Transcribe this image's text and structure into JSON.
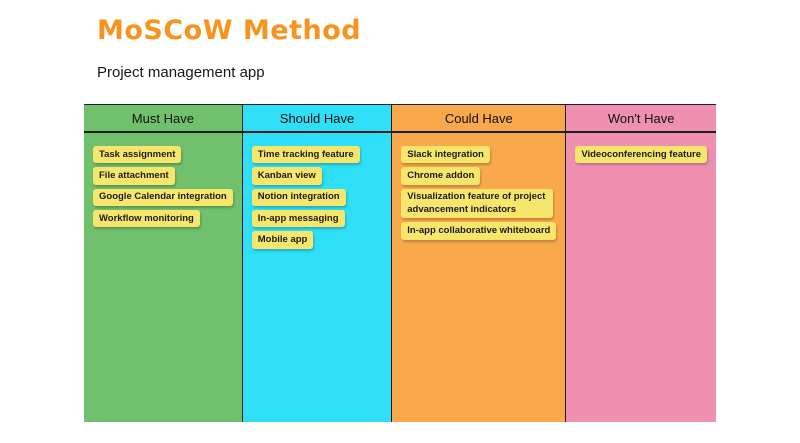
{
  "page": {
    "title": "MoSCoW Method",
    "subtitle": "Project management app",
    "title_color": "#F7941D"
  },
  "board": {
    "note_color": "#F6E76C",
    "columns": [
      {
        "label": "Must Have",
        "color": "#71C06D",
        "notes": [
          "Task assignment",
          "File attachment",
          "Google Calendar integration",
          "Workflow monitoring"
        ]
      },
      {
        "label": "Should Have",
        "color": "#2FDFF7",
        "notes": [
          "Time tracking feature",
          "Kanban view",
          "Notion integration",
          "In-app messaging",
          "Mobile app"
        ]
      },
      {
        "label": "Could Have",
        "color": "#F9A94C",
        "notes": [
          "Slack integration",
          "Chrome addon",
          "Visualization feature of project advancement indicators",
          "In-app collaborative whiteboard"
        ]
      },
      {
        "label": "Won't Have",
        "color": "#EF90B0",
        "notes": [
          "Videoconferencing feature"
        ]
      }
    ]
  }
}
